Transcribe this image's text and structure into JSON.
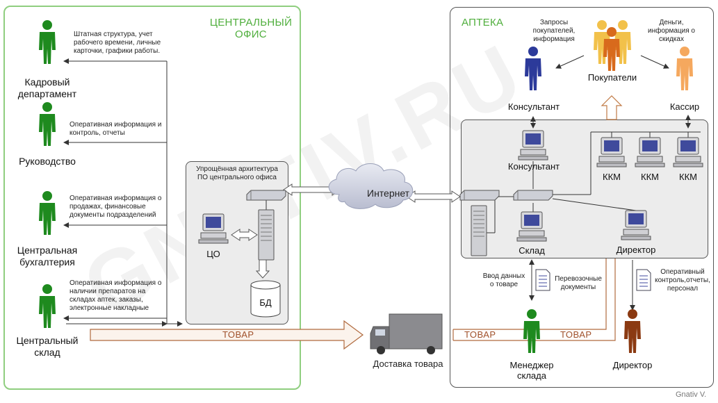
{
  "central_office": {
    "title_line1": "ЦЕНТРАЛЬНЫЙ",
    "title_line2": "ОФИС",
    "roles": [
      {
        "label_line1": "Кадровый",
        "label_line2": "департамент",
        "note": [
          "Штатная структура, учет",
          "рабочего времени, личные",
          "карточки, графики работы."
        ]
      },
      {
        "label_line1": "Руководство",
        "label_line2": "",
        "note": [
          "Оперативная информация и",
          "контроль, отчеты"
        ]
      },
      {
        "label_line1": "Центральная",
        "label_line2": "бухгалтерия",
        "note": [
          "Оперативная информация о",
          "продажах, финансовые",
          "документы подразделений"
        ]
      },
      {
        "label_line1": "Центральный",
        "label_line2": "склад",
        "note": [
          "Оперативная информация о",
          "наличии препаратов на",
          "складах аптек, заказы,",
          "электронные накладные"
        ]
      }
    ],
    "arch_line1": "Упрощённая архитектура",
    "arch_line2": "ПО центрального офиса",
    "co_label": "ЦО",
    "db_label": "БД"
  },
  "internet_label": "Интернет",
  "tovar_label": "ТОВАР",
  "delivery_label": "Доставка товара",
  "pharmacy": {
    "title": "АПТЕКА",
    "customers_label": "Покупатели",
    "consultant_label": "Консультант",
    "cashier_label": "Кассир",
    "requests_note": [
      "Запросы",
      "покупателей,",
      "информация"
    ],
    "money_note": [
      "Деньги,",
      "информация о",
      "скидках"
    ],
    "consultant_pc_label": "Консультант",
    "kkm_labels": [
      "ККМ",
      "ККМ",
      "ККМ"
    ],
    "warehouse_pc_label": "Склад",
    "director_pc_label": "Директор",
    "data_entry_note": [
      "Ввод данных",
      "о товаре"
    ],
    "waybills_note": [
      "Перевозочные",
      "документы"
    ],
    "control_note": [
      "Оперативный",
      "контроль,отчеты,",
      "персонал"
    ],
    "manager_label_line1": "Менеджер",
    "manager_label_line2": "склада",
    "director_label": "Директор"
  },
  "watermark": "GNATIV.RU",
  "author": "Gnativ V.",
  "colors": {
    "green": "#1e8a1e",
    "blue": "#2c3a9a",
    "orange": "#f2a45a",
    "brown": "#8b3a12",
    "tovar": "#a0502a"
  },
  "icons": [
    "person-icon",
    "computer-icon",
    "server-icon",
    "switch-icon",
    "database-icon",
    "cloud-icon",
    "truck-icon",
    "document-icon"
  ]
}
